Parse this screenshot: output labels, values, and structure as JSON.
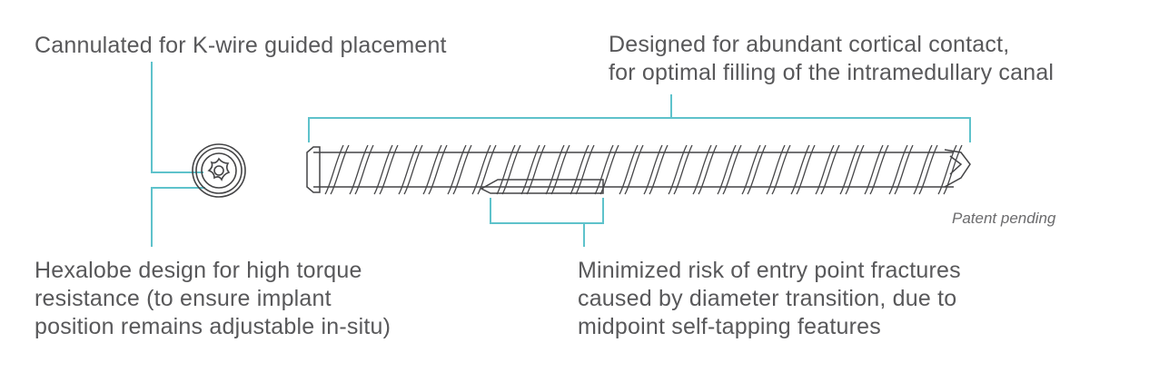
{
  "callouts": {
    "cannulated": "Cannulated for K-wire guided placement",
    "designed": [
      "Designed for abundant cortical contact,",
      "for optimal filling of the intramedullary canal"
    ],
    "hexalobe": [
      "Hexalobe design for high torque",
      "resistance (to ensure implant",
      "position remains adjustable in-situ)"
    ],
    "minimized": [
      "Minimized risk of entry point fractures",
      "caused by diameter transition, due to",
      "midpoint self-tapping features"
    ],
    "patent": "Patent pending"
  },
  "colors": {
    "leader": "#5ec2cb",
    "text": "#58585a",
    "drawing": "#444446"
  }
}
